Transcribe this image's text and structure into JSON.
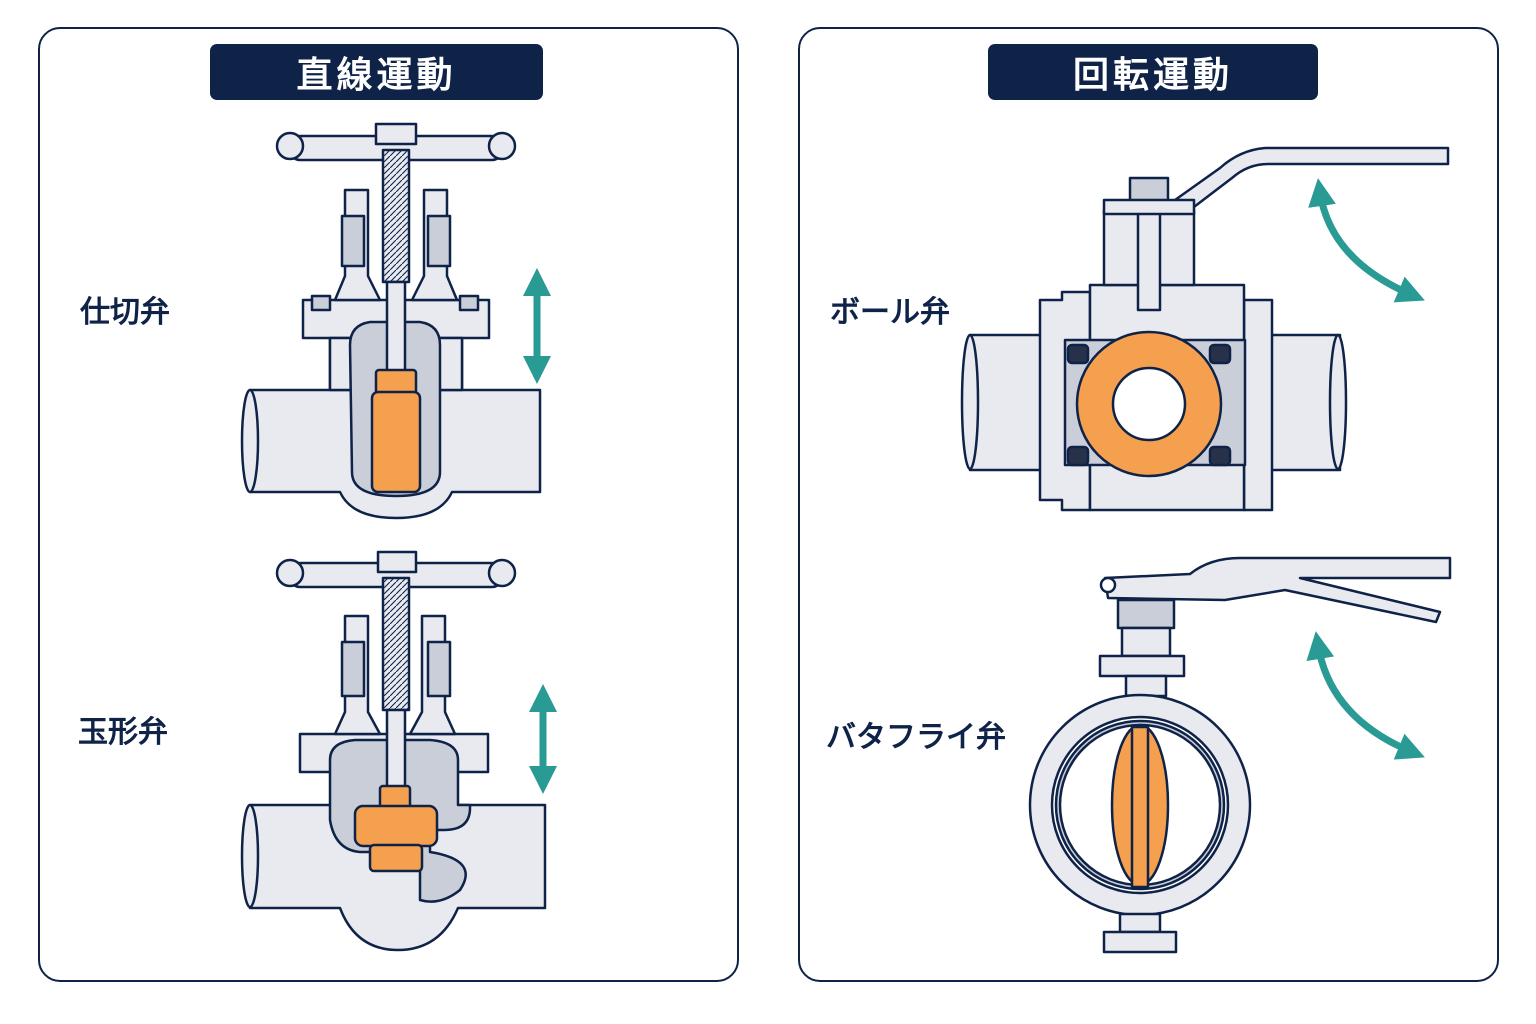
{
  "left_panel": {
    "header": "直線運動",
    "items": [
      {
        "label": "仕切弁"
      },
      {
        "label": "玉形弁"
      }
    ]
  },
  "right_panel": {
    "header": "回転運動",
    "items": [
      {
        "label": "ボール弁"
      },
      {
        "label": "バタフライ弁"
      }
    ]
  },
  "colors": {
    "navy": "#0f2248",
    "metal": "#e8eaf0",
    "metal_dark": "#c9ced9",
    "highlight": "#f5a04e",
    "arrow": "#2a9a95"
  }
}
